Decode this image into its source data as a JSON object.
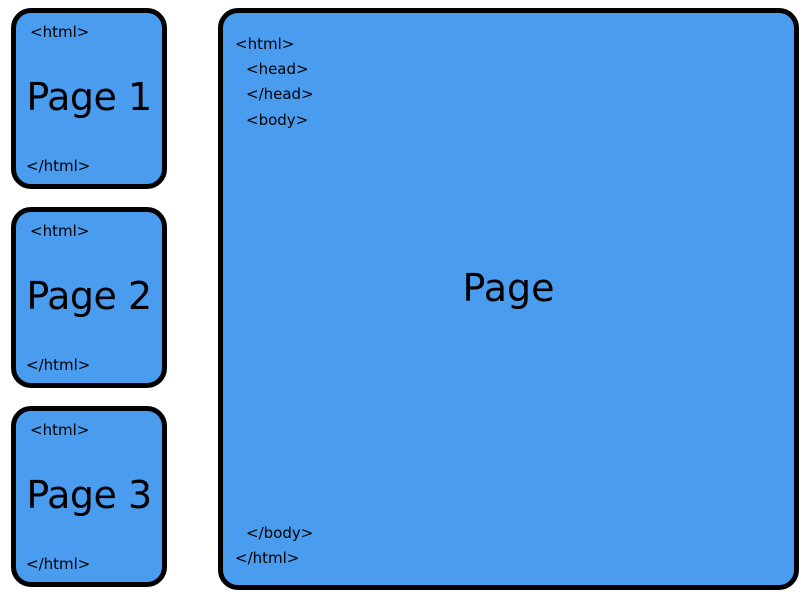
{
  "colors": {
    "card_fill": "#4a9cef",
    "card_border": "#000000",
    "text": "#000000"
  },
  "small_pages": [
    {
      "open_tag": "<html>",
      "title": "Page 1",
      "close_tag": "</html>"
    },
    {
      "open_tag": "<html>",
      "title": "Page 2",
      "close_tag": "</html>"
    },
    {
      "open_tag": "<html>",
      "title": "Page 3",
      "close_tag": "</html>"
    }
  ],
  "main_page": {
    "html_open": "<html>",
    "head_open": "<head>",
    "head_close": "</head>",
    "body_open": "<body>",
    "title": "Page",
    "body_close": "</body>",
    "html_close": "</html>"
  }
}
